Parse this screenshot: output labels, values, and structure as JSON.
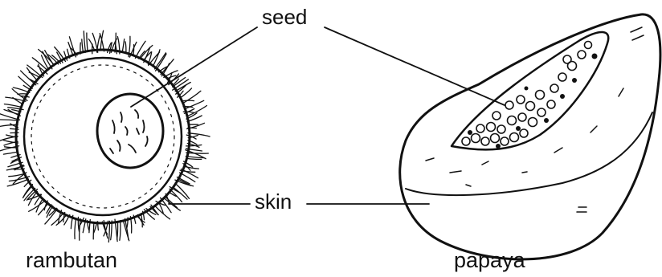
{
  "labels": {
    "seed": "seed",
    "skin": "skin"
  },
  "fruits": {
    "left_name": "rambutan",
    "right_name": "papaya"
  },
  "colors": {
    "ink": "#111111",
    "paper": "#ffffff"
  }
}
